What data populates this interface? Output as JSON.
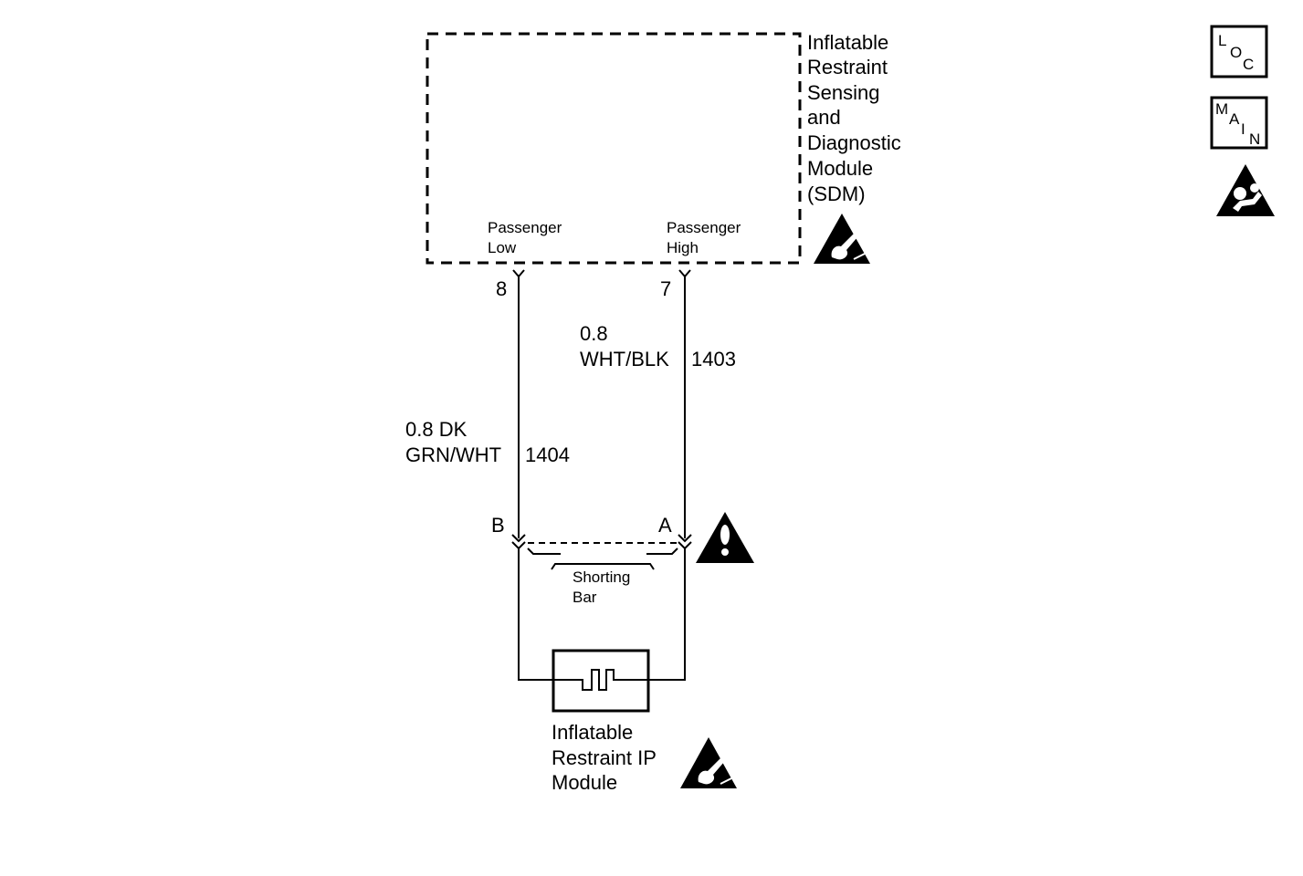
{
  "sdm": {
    "title_lines": [
      "Inflatable",
      "Restraint",
      "Sensing",
      "and",
      "Diagnostic",
      "Module",
      "(SDM)"
    ],
    "pins": [
      {
        "label_lines": [
          "Passenger",
          "Low"
        ],
        "number": "8"
      },
      {
        "label_lines": [
          "Passenger",
          "High"
        ],
        "number": "7"
      }
    ]
  },
  "wires": [
    {
      "line1": "0.8 DK",
      "line2": "GRN/WHT",
      "circuit": "1404"
    },
    {
      "line1": "0.8",
      "line2": "WHT/BLK",
      "circuit": "1403"
    }
  ],
  "connector": {
    "terminal_b": "B",
    "terminal_a": "A",
    "shorting_bar_lines": [
      "Shorting",
      "Bar"
    ]
  },
  "ip_module": {
    "label_lines": [
      "Inflatable",
      "Restraint IP",
      "Module"
    ]
  },
  "side_icons": {
    "loc": [
      "L",
      "O",
      "C"
    ],
    "main": [
      "M",
      "A",
      "I",
      "N"
    ]
  },
  "icons": [
    "esd-warning-icon",
    "caution-warning-icon",
    "airbag-warning-icon"
  ]
}
